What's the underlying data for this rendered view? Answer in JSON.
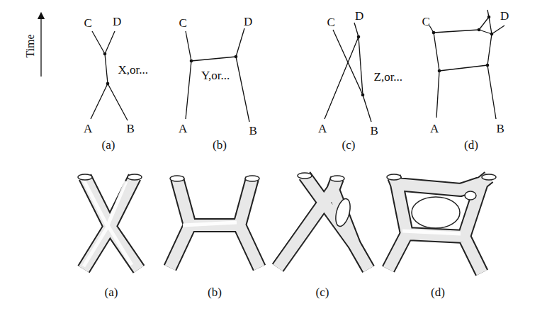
{
  "diagram": {
    "labels": [
      "Time",
      "C",
      "D",
      "X,or...",
      "A",
      "B",
      "(a)",
      "C",
      "D",
      "Y,or...",
      "A",
      "B",
      "(b)",
      "C",
      "D",
      "Z,or...",
      "A",
      "B",
      "(c)",
      "C",
      "D",
      "A",
      "B",
      "(d)",
      "(a)",
      "(b)",
      "(c)",
      "(d)"
    ]
  }
}
